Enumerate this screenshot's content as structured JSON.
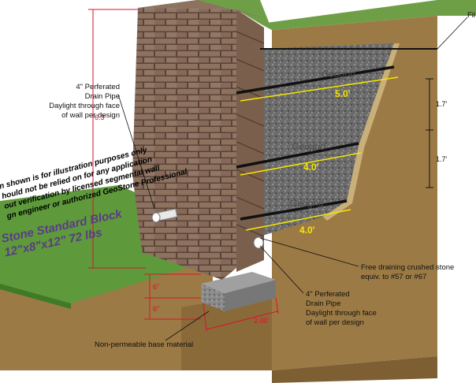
{
  "labels": {
    "top_right_fill": "Fil",
    "upper_drain_pipe": [
      "4\" Perferated",
      "Drain Pipe",
      "Daylight through face",
      "of wall per design"
    ],
    "lower_drain_pipe": [
      "4\" Perferated",
      "Drain Pipe",
      "Daylight through face",
      "of wall per design"
    ],
    "crushed_stone": [
      "Free draining crushed stone",
      "equiv. to #57 or #67"
    ],
    "base_material": "Non-permeable base material"
  },
  "geogrid_labels": [
    "Geogrid",
    "Geogrid",
    "Geogrid"
  ],
  "geogrid_lengths": [
    "5.0'",
    "4.0'",
    "4.0'"
  ],
  "dimensions": {
    "wall_height": "6.3'",
    "grid_spacing_upper": "1.7'",
    "grid_spacing_lower": "1.7'",
    "base_width": "2.00'",
    "base_depth_1": "6\"",
    "base_depth_2": "6\""
  },
  "disclaimer": [
    "n shown is for illustration purposes only",
    "hould not be relied on for any application",
    "out verification by licensed segmental wall",
    "gn engineer or authorized GeoStone Professional"
  ],
  "product_lines": [
    "Stone Standard Block",
    "12\"x8\"x12\" 72 lbs"
  ],
  "colors": {
    "brick": "#8a6f5c",
    "soil": "#9c7a45",
    "grass": "#5e9a3c",
    "gravel": "#6d6d6d",
    "dimension_red": "#d4152b",
    "dimension_yellow": "#f7e600"
  }
}
